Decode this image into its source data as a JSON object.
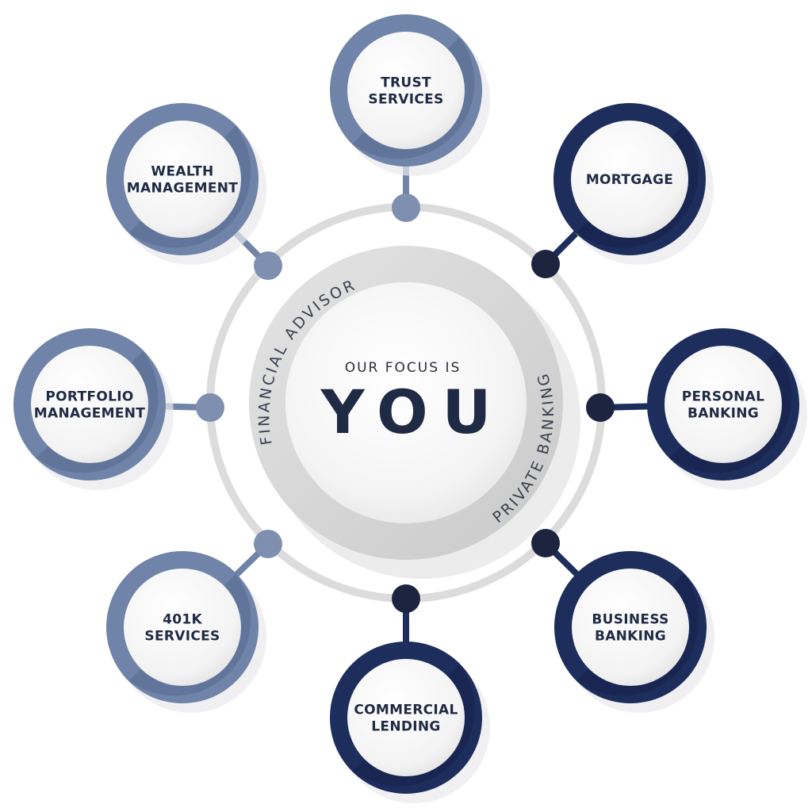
{
  "center": {
    "tagline": "OUR FOCUS IS",
    "headline": "YOU"
  },
  "ring_labels": {
    "left": "FINANCIAL ADVISOR",
    "right": "PRIVATE BANKING"
  },
  "services": [
    {
      "id": "trust-services",
      "lines": [
        "TRUST",
        "SERVICES"
      ],
      "group": "light"
    },
    {
      "id": "mortgage",
      "lines": [
        "MORTGAGE"
      ],
      "group": "dark"
    },
    {
      "id": "personal-banking",
      "lines": [
        "PERSONAL",
        "BANKING"
      ],
      "group": "dark"
    },
    {
      "id": "business-banking",
      "lines": [
        "BUSINESS",
        "BANKING"
      ],
      "group": "dark"
    },
    {
      "id": "commercial-lending",
      "lines": [
        "COMMERCIAL",
        "LENDING"
      ],
      "group": "dark"
    },
    {
      "id": "401k-services",
      "lines": [
        "401K",
        "SERVICES"
      ],
      "group": "light"
    },
    {
      "id": "portfolio-management",
      "lines": [
        "PORTFOLIO",
        "MANAGEMENT"
      ],
      "group": "light"
    },
    {
      "id": "wealth-management",
      "lines": [
        "WEALTH",
        "MANAGEMENT"
      ],
      "group": "light"
    }
  ],
  "colors": {
    "light_ring": "#7083a8",
    "light_ring_shadow": "#56698f",
    "dark_ring": "#1d2d5c",
    "dark_ring_shadow": "#152148",
    "light_dot": "#7e8fb0",
    "dark_dot": "#1c2440",
    "outer_ring": "#dddddd",
    "inner_band": "#d3d3d3",
    "text": "#1f2a44"
  }
}
